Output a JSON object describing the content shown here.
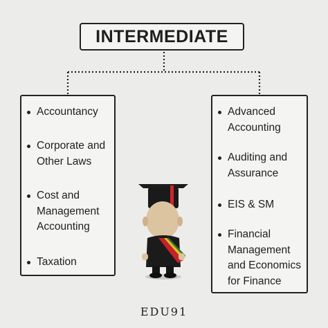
{
  "title": "INTERMEDIATE",
  "left_group": {
    "items": [
      "Accountancy",
      "Corporate and Other Laws",
      "Cost and Management Accounting",
      "Taxation"
    ]
  },
  "right_group": {
    "items": [
      "Advanced Accounting",
      "Auditing and Assurance",
      "EIS & SM",
      "Financial Management and Economics for Finance"
    ]
  },
  "brand": "EDU91",
  "colors": {
    "background": "#ececea",
    "border": "#222222",
    "text": "#1e1e1e",
    "sash_red": "#c8202a",
    "sash_yellow": "#e8b923",
    "sash_green": "#2f7d32"
  }
}
